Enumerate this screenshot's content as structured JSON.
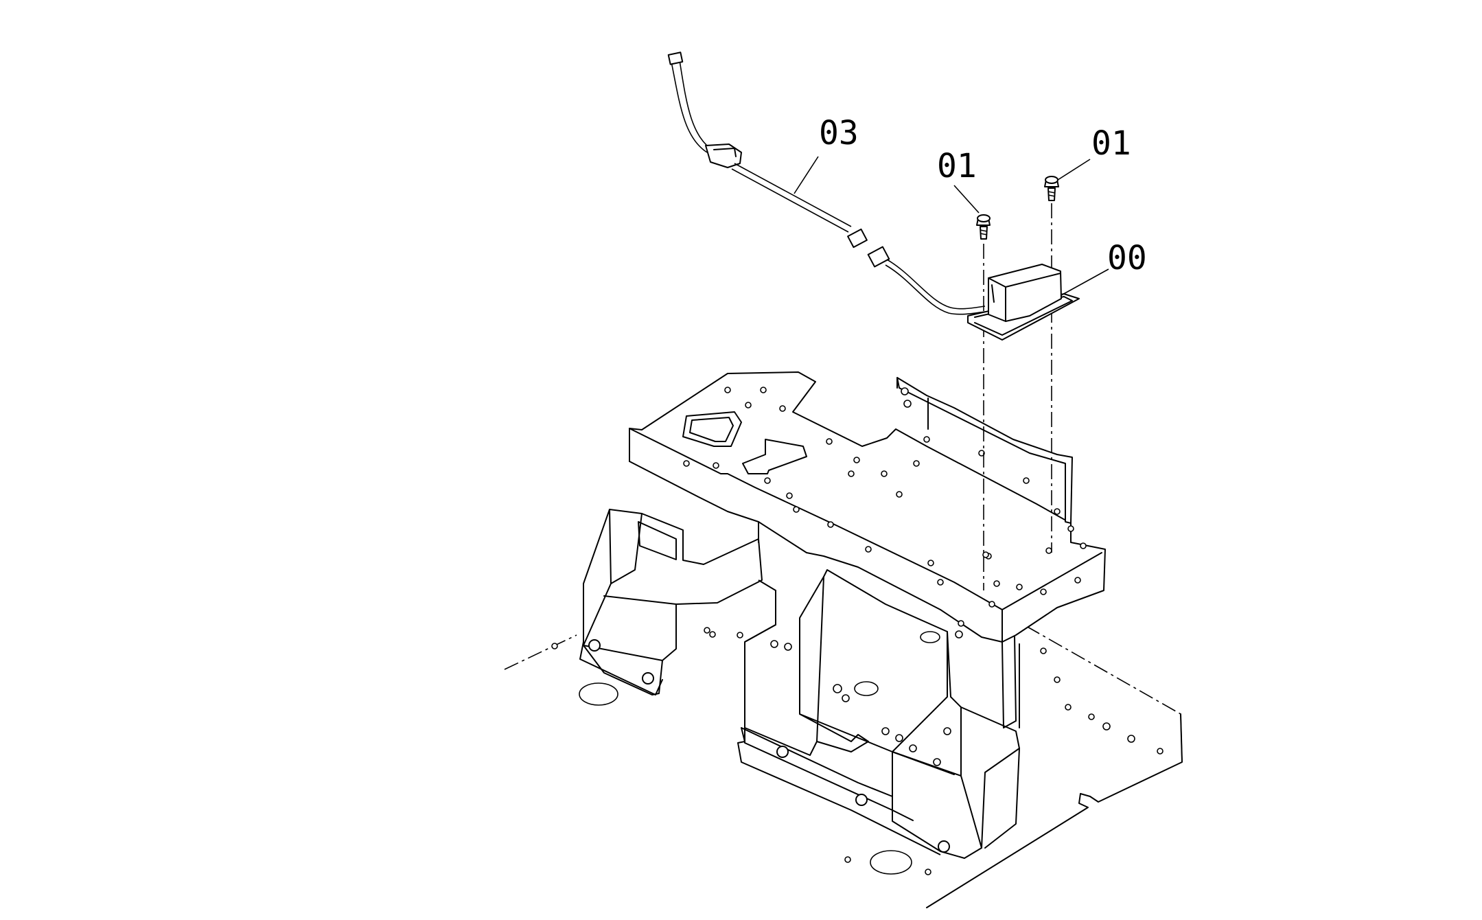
{
  "callouts": [
    {
      "id": "label-03",
      "text": "03"
    },
    {
      "id": "label-01-left",
      "text": "01"
    },
    {
      "id": "label-01-right",
      "text": "01"
    },
    {
      "id": "label-00",
      "text": "00"
    }
  ]
}
